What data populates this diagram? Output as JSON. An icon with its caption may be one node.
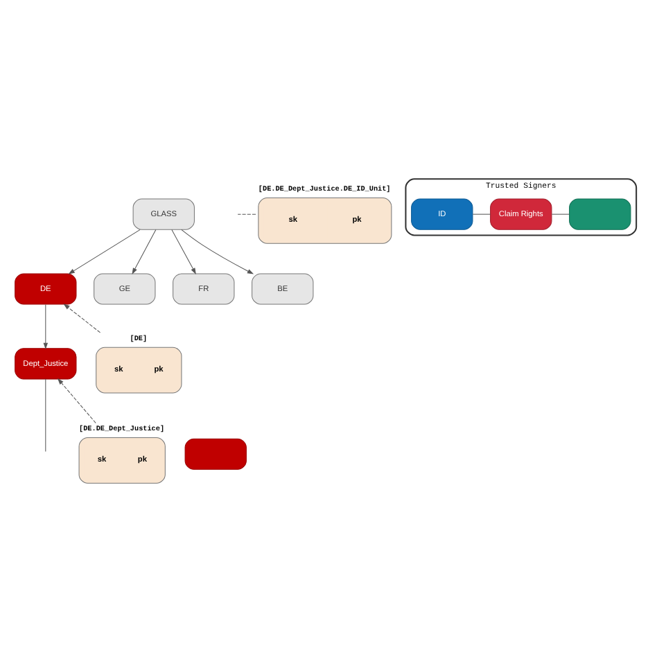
{
  "diagram": {
    "nodes": [
      {
        "text": [
          "GLASS"
        ]
      },
      {
        "text": [
          "DE"
        ]
      },
      {
        "text": [
          "GE"
        ]
      },
      {
        "text": [
          "FR"
        ]
      },
      {
        "text": [
          "BE"
        ]
      },
      {
        "text": [
          "Dept_Justice"
        ]
      },
      {
        "text": [],
        "shape": "box"
      },
      {
        "text": [
          "sk",
          "pk"
        ],
        "beside": [
          "[DE]"
        ]
      },
      {
        "text": [
          "sk",
          "pk"
        ],
        "beside": [
          "[DE.DE_Dept_Justice]"
        ]
      },
      {
        "text": [
          "sk",
          "pk"
        ],
        "beside": [
          "[DE.DE_Dept_Justice.DE_ID_Unit]"
        ]
      },
      {
        "text": [
          "Trusted Signers"
        ]
      },
      {
        "text": [
          "ID"
        ],
        "in": 10
      },
      {
        "text": [
          "Claim Rights"
        ],
        "in": 10
      },
      {
        "text": [],
        "shape": "box",
        "in": 10
      }
    ],
    "edges": [
      {
        "from": 0,
        "to": 1,
        "arrow": "to"
      },
      {
        "from": 0,
        "to": 2,
        "arrow": "to"
      },
      {
        "from": 0,
        "to": 3,
        "arrow": "to"
      },
      {
        "from": 0,
        "to": 4,
        "arrow": "to"
      },
      {
        "from": 1,
        "to": 5,
        "arrow": "to"
      },
      {
        "from": 5,
        "to": null,
        "arrow": "none"
      },
      {
        "from": 7,
        "to": 1,
        "arrow": "to",
        "style": "dashed"
      },
      {
        "from": 8,
        "to": 5,
        "arrow": "to",
        "style": "dashed"
      },
      {
        "from": 9,
        "to": null,
        "arrow": "none",
        "style": "dashed"
      },
      {
        "from": 11,
        "to": 12,
        "arrow": "none"
      },
      {
        "from": 12,
        "to": 13,
        "arrow": "none"
      }
    ]
  }
}
